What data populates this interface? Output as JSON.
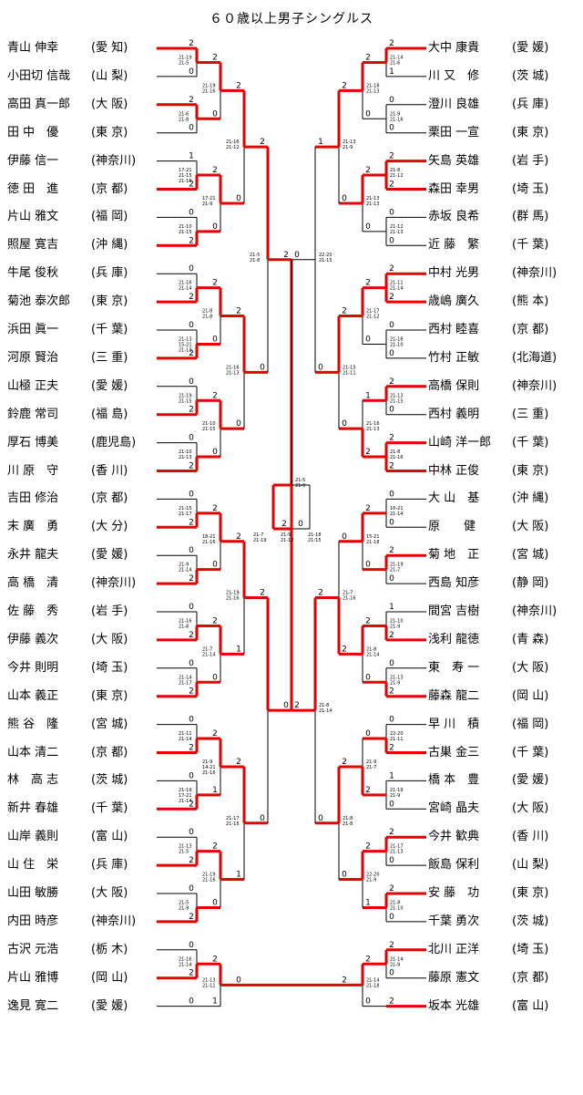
{
  "title": "６０歳以上男子シングルス",
  "left": [
    {
      "name": "青山 伸幸",
      "pref": "(愛 知)"
    },
    {
      "name": "小田切 信哉",
      "pref": "(山 梨)"
    },
    {
      "name": "高田 真一郎",
      "pref": "(大 阪)"
    },
    {
      "name": "田 中　優",
      "pref": "(東 京)"
    },
    {
      "name": "伊藤 信一",
      "pref": "(神奈川)"
    },
    {
      "name": "徳 田　進",
      "pref": "(京 都)"
    },
    {
      "name": "片山 雅文",
      "pref": "(福 岡)"
    },
    {
      "name": "照屋 寛吉",
      "pref": "(沖 縄)"
    },
    {
      "name": "牛尾 俊秋",
      "pref": "(兵 庫)"
    },
    {
      "name": "菊池 泰次郎",
      "pref": "(東 京)"
    },
    {
      "name": "浜田 眞一",
      "pref": "(千 葉)"
    },
    {
      "name": "河原 賢治",
      "pref": "(三 重)"
    },
    {
      "name": "山極 正夫",
      "pref": "(愛 媛)"
    },
    {
      "name": "鈴鹿 常司",
      "pref": "(福 島)"
    },
    {
      "name": "厚石 博美",
      "pref": "(鹿児島)"
    },
    {
      "name": "川 原　守",
      "pref": "(香 川)"
    },
    {
      "name": "吉田 修治",
      "pref": "(京 都)"
    },
    {
      "name": "末 廣　勇",
      "pref": "(大 分)"
    },
    {
      "name": "永井 龍夫",
      "pref": "(愛 媛)"
    },
    {
      "name": "高 橋　清",
      "pref": "(神奈川)"
    },
    {
      "name": "佐 藤　秀",
      "pref": "(岩 手)"
    },
    {
      "name": "伊藤 義次",
      "pref": "(大 阪)"
    },
    {
      "name": "今井 則明",
      "pref": "(埼 玉)"
    },
    {
      "name": "山本 義正",
      "pref": "(東 京)"
    },
    {
      "name": "熊 谷　隆",
      "pref": "(宮 城)"
    },
    {
      "name": "山本 清二",
      "pref": "(京 都)"
    },
    {
      "name": "林　高 志",
      "pref": "(茨 城)"
    },
    {
      "name": "新井 春雄",
      "pref": "(千 葉)"
    },
    {
      "name": "山岸 義則",
      "pref": "(富 山)"
    },
    {
      "name": "山 住　栄",
      "pref": "(兵 庫)"
    },
    {
      "name": "山田 敏勝",
      "pref": "(大 阪)"
    },
    {
      "name": "内田 時彦",
      "pref": "(神奈川)"
    },
    {
      "name": "古沢 元浩",
      "pref": "(栃 木)"
    },
    {
      "name": "片山 雅博",
      "pref": "(岡 山)"
    },
    {
      "name": "逸見 寛二",
      "pref": "(愛 媛)"
    }
  ],
  "right": [
    {
      "name": "大中 康貴",
      "pref": "(愛 媛)"
    },
    {
      "name": "川 又　修",
      "pref": "(茨 城)"
    },
    {
      "name": "澄川 良雄",
      "pref": "(兵 庫)"
    },
    {
      "name": "栗田 一宣",
      "pref": "(東 京)"
    },
    {
      "name": "矢島 英雄",
      "pref": "(岩 手)"
    },
    {
      "name": "森田 幸男",
      "pref": "(埼 玉)"
    },
    {
      "name": "赤坂 良希",
      "pref": "(群 馬)"
    },
    {
      "name": "近 藤　繁",
      "pref": "(千 葉)"
    },
    {
      "name": "中村 光男",
      "pref": "(神奈川)"
    },
    {
      "name": "歳嶋 廣久",
      "pref": "(熊 本)"
    },
    {
      "name": "西村 睦喜",
      "pref": "(京 都)"
    },
    {
      "name": "竹村 正敏",
      "pref": "(北海道)"
    },
    {
      "name": "高橋 保則",
      "pref": "(神奈川)"
    },
    {
      "name": "西村 義明",
      "pref": "(三 重)"
    },
    {
      "name": "山崎 洋一郎",
      "pref": "(千 葉)"
    },
    {
      "name": "中林 正俊",
      "pref": "(東 京)"
    },
    {
      "name": "大 山　基",
      "pref": "(沖 縄)"
    },
    {
      "name": "原　　健",
      "pref": "(大 阪)"
    },
    {
      "name": "菊 地　正",
      "pref": "(宮 城)"
    },
    {
      "name": "西島 知彦",
      "pref": "(静 岡)"
    },
    {
      "name": "間宮 吉樹",
      "pref": "(神奈川)"
    },
    {
      "name": "浅利 龍徳",
      "pref": "(青 森)"
    },
    {
      "name": "東　寿 一",
      "pref": "(大 阪)"
    },
    {
      "name": "藤森 龍二",
      "pref": "(岡 山)"
    },
    {
      "name": "早 川　積",
      "pref": "(福 岡)"
    },
    {
      "name": "古巣 金三",
      "pref": "(千 葉)"
    },
    {
      "name": "橋 本　豊",
      "pref": "(愛 媛)"
    },
    {
      "name": "宮崎 晶夫",
      "pref": "(大 阪)"
    },
    {
      "name": "今井 歓典",
      "pref": "(香 川)"
    },
    {
      "name": "飯島 保利",
      "pref": "(山 梨)"
    },
    {
      "name": "安 藤　功",
      "pref": "(東 京)"
    },
    {
      "name": "千葉 勇次",
      "pref": "(茨 城)"
    },
    {
      "name": "北川 正洋",
      "pref": "(埼 玉)"
    },
    {
      "name": "藤原 憲文",
      "pref": "(京 都)"
    },
    {
      "name": "坂本 光雄",
      "pref": "(富 山)"
    }
  ],
  "left_r1_scores": [
    "2",
    "0",
    "2",
    "0",
    "1",
    "2",
    "0",
    "2",
    "0",
    "2",
    "0",
    "2",
    "0",
    "2",
    "0",
    "2",
    "0",
    "2",
    "0",
    "2",
    "0",
    "2",
    "0",
    "2",
    "0",
    "2",
    "0",
    "2",
    "0",
    "2",
    "0",
    "2",
    "0",
    "2",
    "0"
  ],
  "right_r1_scores": [
    "2",
    "1",
    "0",
    "0",
    "2",
    "2",
    "0",
    "0",
    "2",
    "2",
    "0",
    "0",
    "2",
    "0",
    "2",
    "2",
    "0",
    "0",
    "2",
    "0",
    "1",
    "2",
    "0",
    "2",
    "0",
    "2",
    "1",
    "0",
    "2",
    "0",
    "2",
    "0",
    "2",
    "0",
    "2"
  ],
  "left_r2_scores": [
    "2",
    "0",
    "2",
    "0",
    "2",
    "0",
    "2",
    "0",
    "2",
    "0",
    "2",
    "0",
    "2",
    "1",
    "2",
    "0",
    "2",
    "1"
  ],
  "right_r2_scores": [
    "2",
    "0",
    "2",
    "0",
    "2",
    "0",
    "1",
    "2",
    "2",
    "0",
    "2",
    "0",
    "0",
    "2",
    "2",
    "1",
    "2",
    "0"
  ],
  "left_r3_scores": [
    "2",
    "0",
    "2",
    "0",
    "2",
    "1",
    "2",
    "1",
    "0"
  ],
  "right_r3_scores": [
    "2",
    "0",
    "2",
    "0",
    "0",
    "2",
    "2",
    "0",
    "2"
  ],
  "left_r4_scores": [
    "2",
    "0",
    "2",
    "0"
  ],
  "right_r4_scores": [
    "1",
    "0",
    "2",
    "0"
  ],
  "left_r5_scores": [
    "2",
    "0"
  ],
  "right_r5_scores": [
    "0",
    "2"
  ],
  "final_scores": [
    "2",
    "0"
  ],
  "game_scores_left": [
    "21-19 21-5",
    "21-6 21-8",
    "17-21 21-15 21-16",
    "21-10 21-15",
    "21-16 21-14",
    "21-13 15-21 21-13",
    "21-19 21-15",
    "21-10 21-13",
    "21-15 21-17",
    "21-9 21-14",
    "21-16 21-8",
    "21-14 21-17",
    "21-11 21-14",
    "21-19 17-21 21-14",
    "21-13 21-5",
    "21-5 21-9",
    "21-16 21-14",
    "21-19 21-16",
    "17-21 21-9",
    "21-8 21-8",
    "21-10 21-15",
    "18-21 21-16",
    "21-7 21-14",
    "21-9 14-21 21-16",
    "21-19 21-16",
    "21-13 21-11",
    "21-16 21-12",
    "21-16 21-13",
    "21-19 21-16",
    "21-17 21-15",
    "21-5 21-8"
  ],
  "game_scores_right": [
    "21-14 21-6",
    "21-9 21-16",
    "21-8 21-12",
    "21-12 21-13",
    "21-11 21-14",
    "21-18 21-10",
    "21-13 21-15",
    "21-8 21-16",
    "16-21 21-14",
    "21-19 21-7",
    "21-10 21-9",
    "21-13 21-9",
    "22-20 21-11",
    "21-19 21-9",
    "21-17 21-13",
    "21-8 21-10",
    "21-14 21-9",
    "21-18 21-13",
    "21-13 21-13",
    "21-17 21-12",
    "21-16 21-13",
    "15-21 21-18",
    "21-8 21-14",
    "21-9 21-7",
    "22-20 21-9",
    "21-14 21-18",
    "21-13 21-9",
    "21-15 21-11",
    "21-7 21-16",
    "21-8 21-8",
    "22-20 21-15",
    "21-8 21-14",
    "21-5 21-9"
  ],
  "center_scores": [
    "21-7 21-19",
    "21-9 21-12",
    "21-18 21-15"
  ],
  "colors": {
    "win": "#e60000",
    "line": "#000000"
  }
}
